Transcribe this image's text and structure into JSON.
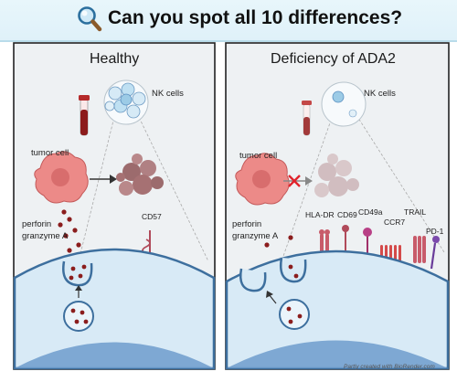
{
  "title": "Can you spot all 10 differences?",
  "icons": {
    "header": "magnifier-icon"
  },
  "colors": {
    "header_bg": "#dff1f9",
    "panel_bg": "#eef1f3",
    "cell_fill": "#cfe6f5",
    "cell_edge": "#5a8fc0",
    "tumor": "#e97f7f",
    "granule": "#8b1d1d",
    "blocked_x": "#e0242c"
  },
  "panels": {
    "healthy": {
      "title": "Healthy",
      "nk_label": "NK cells",
      "tumor_label": "tumor cell",
      "perforin_label": "perforin",
      "granzyme_label": "granzyme A",
      "marker_cd57": "CD57"
    },
    "ada2": {
      "title": "Deficiency of ADA2",
      "nk_label": "NK cells",
      "tumor_label": "tumor cell",
      "perforin_label": "perforin",
      "granzyme_label": "granzyme A",
      "markers": [
        "HLA-DR",
        "CD69",
        "CD49a",
        "CCR7",
        "TRAIL",
        "PD-1"
      ]
    }
  },
  "credit": "Partly created with BioRender.com"
}
